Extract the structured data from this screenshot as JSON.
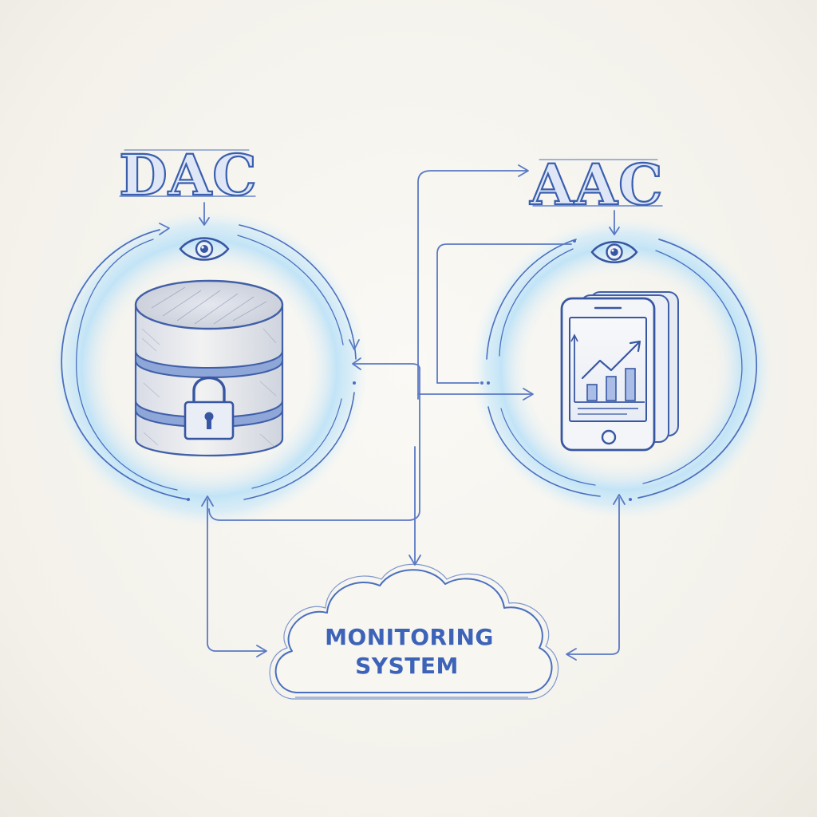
{
  "nodes": {
    "dac": {
      "label": "DAC"
    },
    "aac": {
      "label": "AAC"
    },
    "monitoring": {
      "line1": "MONITORING",
      "line2": "SYSTEM"
    }
  },
  "colors": {
    "ink": "#4a6fbf",
    "glow": "#bfe3f7",
    "paper": "#f6f4ee"
  },
  "icons": [
    "eye-icon",
    "database-icon",
    "padlock-icon",
    "smartphone-icon",
    "chart-icon",
    "cloud-icon"
  ]
}
